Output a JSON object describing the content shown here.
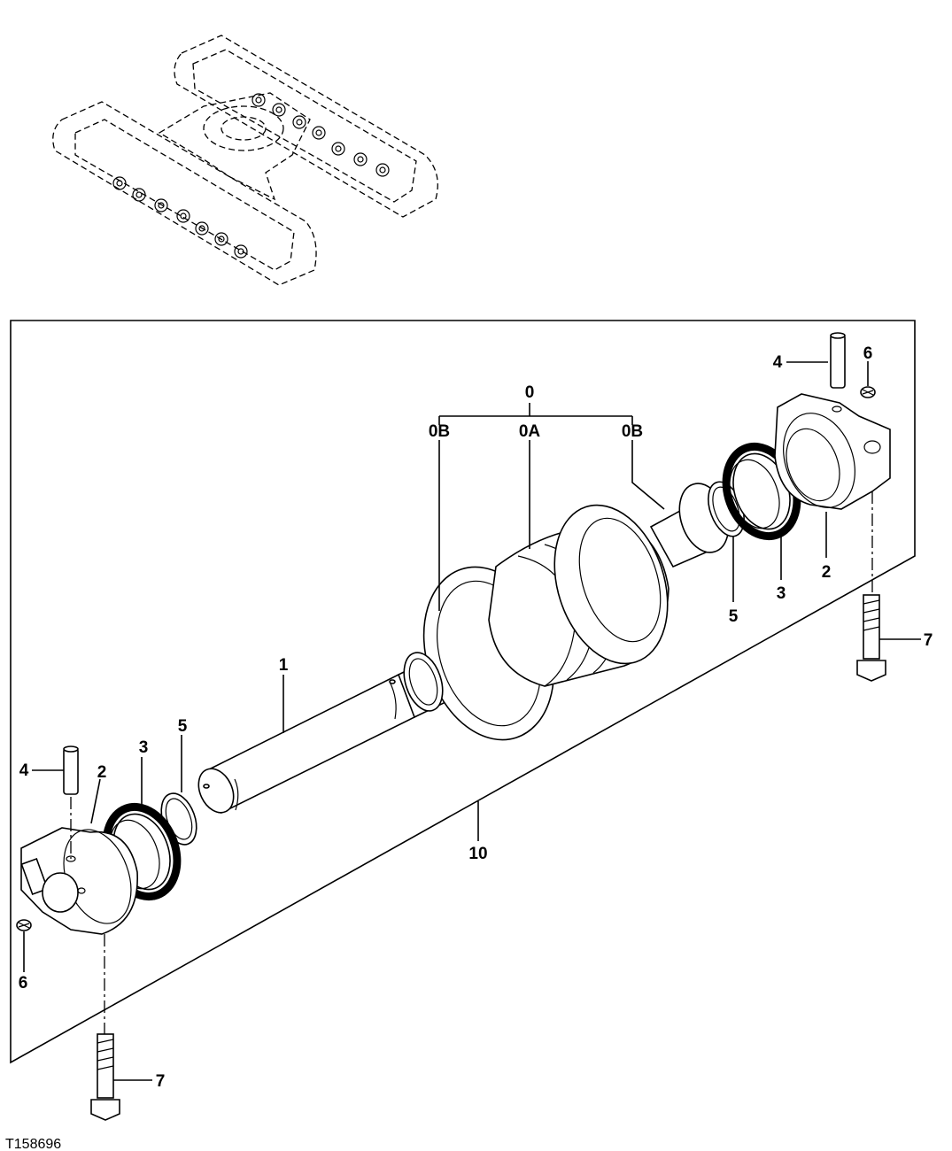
{
  "diagram": {
    "figure_id": "T158696",
    "callouts": {
      "c0": "0",
      "c0b_left": "0B",
      "c0a": "0A",
      "c0b_right": "0B",
      "c1": "1",
      "c2_left": "2",
      "c2_right": "2",
      "c3_left": "3",
      "c3_right": "3",
      "c4_left": "4",
      "c4_right": "4",
      "c5_left": "5",
      "c5_right": "5",
      "c6_left": "6",
      "c6_right": "6",
      "c7_left": "7",
      "c7_right": "7",
      "c10": "10"
    },
    "icons": [
      "track-frame-locator-icon",
      "roller-assembly-icon",
      "shaft-icon",
      "seal-icon",
      "collar-icon",
      "pin-icon",
      "plug-icon",
      "bolt-icon",
      "o-ring-icon"
    ]
  }
}
